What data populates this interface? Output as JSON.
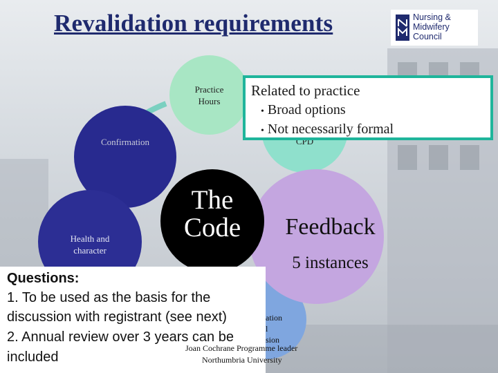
{
  "slide": {
    "title": "Revalidation requirements",
    "logo": {
      "mark": "NMC",
      "lines": [
        "Nursing &",
        "Midwifery",
        "Council"
      ],
      "icon": "nmc-logo-icon"
    },
    "cycle_nodes": {
      "practice_hours": [
        "Practice",
        "Hours"
      ],
      "cpd": "CPD",
      "confirmation": "Confirmation",
      "health_and_character": [
        "Health and",
        "character"
      ],
      "the_code": [
        "The",
        "Code"
      ],
      "feedback": "Feedback",
      "feedback_count": "5 instances",
      "reflection_partial": [
        "ation",
        "l",
        "sion"
      ]
    },
    "callout": {
      "heading": "Related to practice",
      "bullets": [
        "Broad options",
        "Not necessarily formal"
      ]
    },
    "questions": {
      "heading": "Questions:",
      "lines": [
        "1. To be used as the basis for the",
        "discussion with registrant (see next)",
        "2. Annual review over 3 years can be",
        "included"
      ]
    },
    "footer": {
      "author": "Joan Cochrane Programme leader",
      "institution": "Northumbria University"
    },
    "colors": {
      "title": "#1f2a6e",
      "practice_hours": "#a8e6c4",
      "cpd": "#8fe0cc",
      "confirmation": "#282a8f",
      "health": "#2c2e94",
      "code": "#000000",
      "feedback": "#c4a6e0",
      "reflection": "#7fa6df",
      "arc": "#7ad0c0",
      "callout_border": "#1fb59b"
    }
  }
}
